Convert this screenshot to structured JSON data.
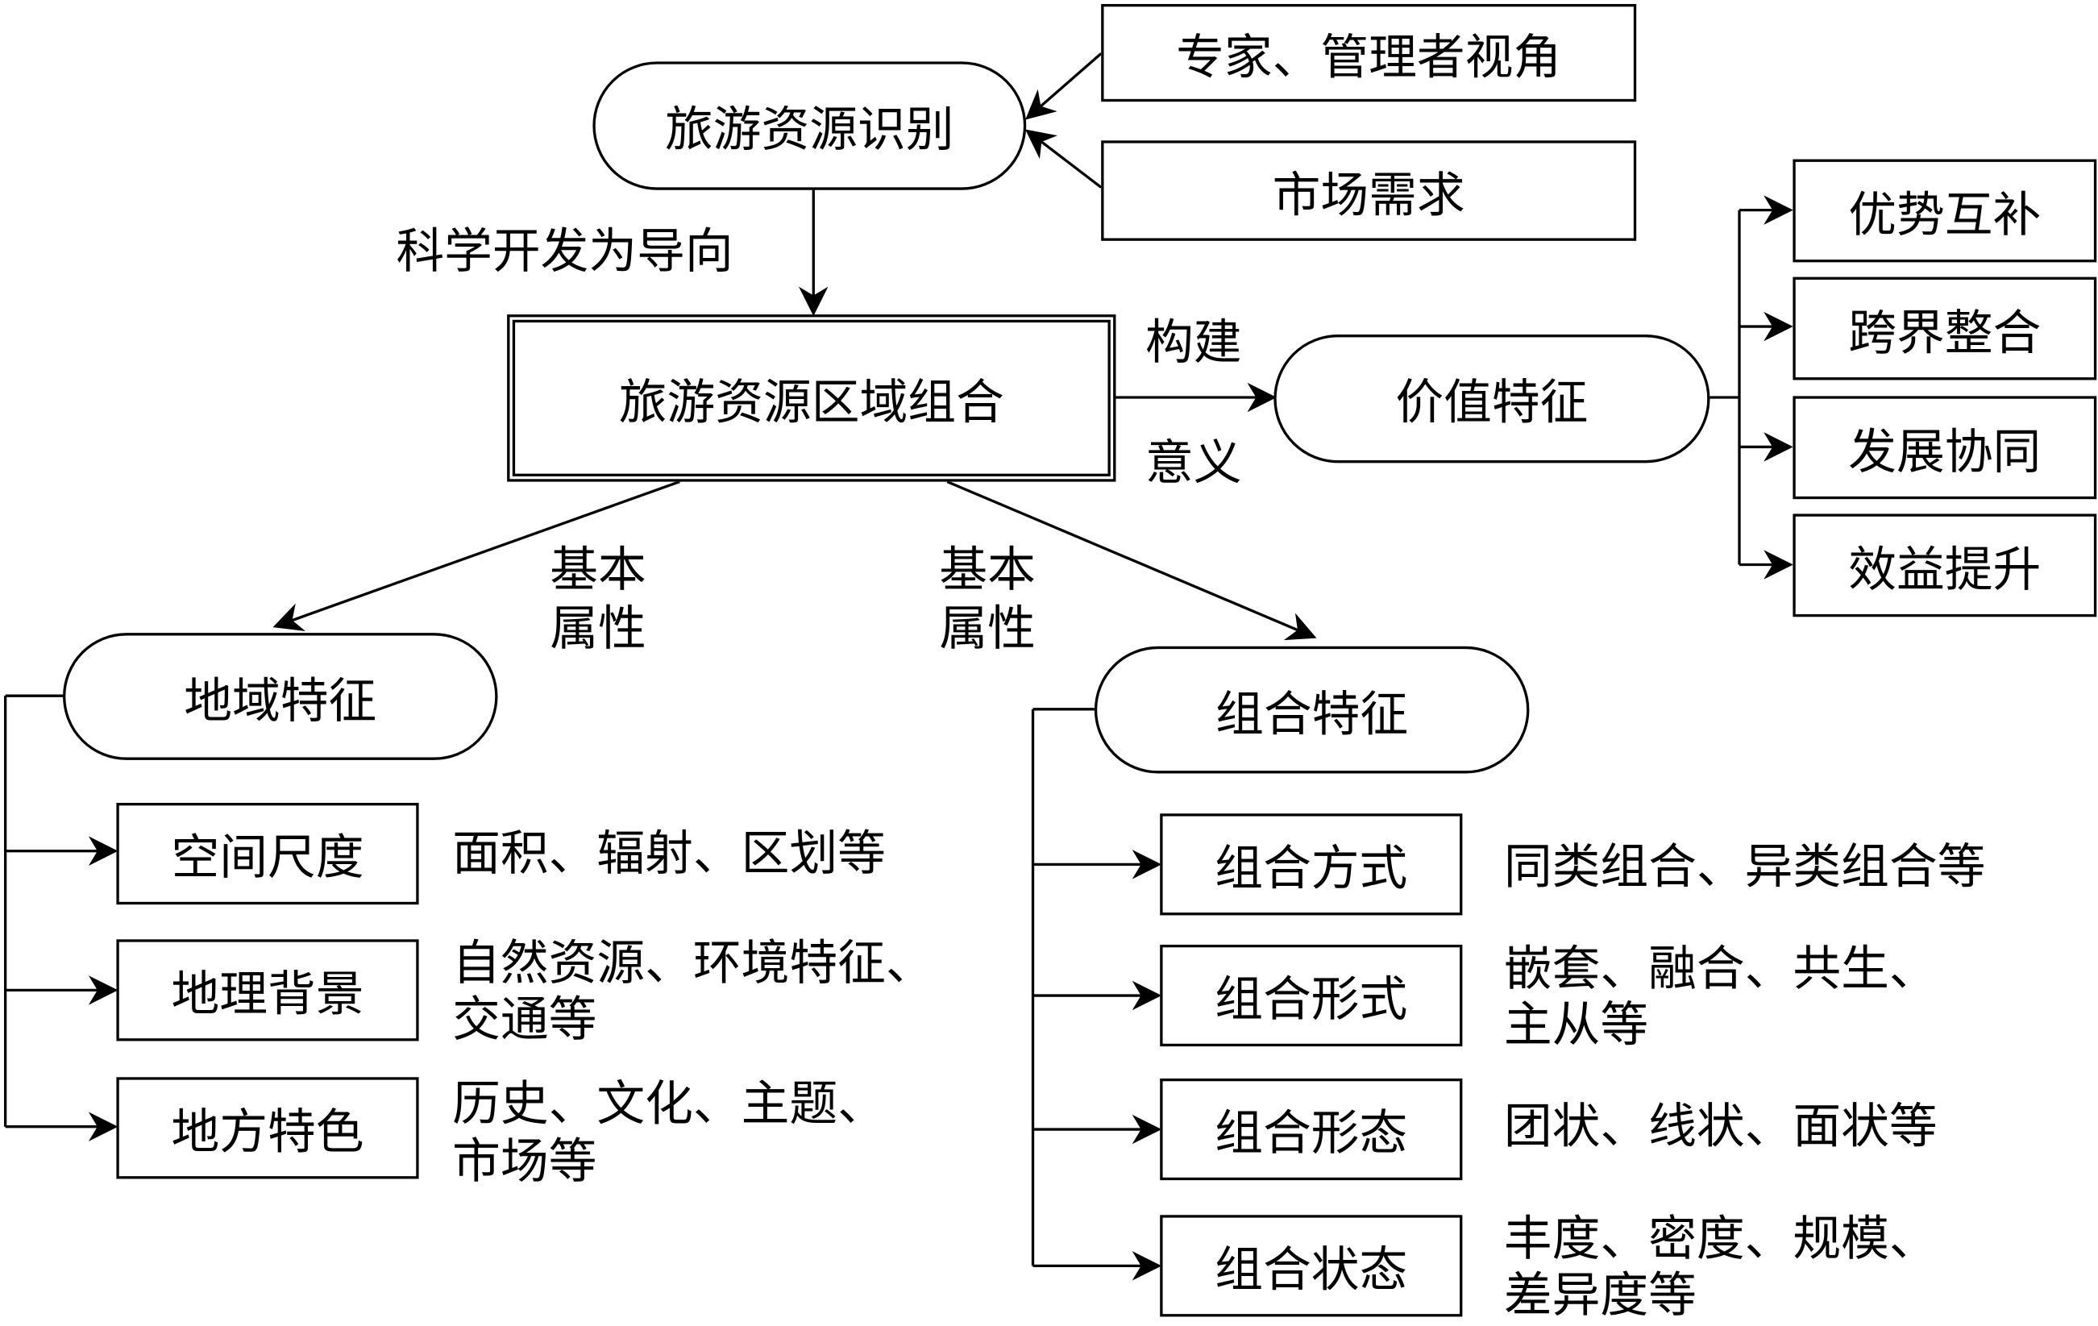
{
  "top": {
    "identify": "旅游资源识别",
    "expert": "专家、管理者视角",
    "market": "市场需求",
    "guide": "科学开发为导向"
  },
  "center": {
    "title": "旅游资源区域组合",
    "build": "构建",
    "meaning": "意义"
  },
  "value": {
    "title": "价值特征",
    "items": [
      "优势互补",
      "跨界整合",
      "发展协同",
      "效益提升"
    ]
  },
  "basic_left": [
    "基本",
    "属性"
  ],
  "basic_right": [
    "基本",
    "属性"
  ],
  "regional": {
    "title": "地域特征",
    "items": [
      {
        "label": "空间尺度",
        "desc": [
          "面积、辐射、区划等"
        ]
      },
      {
        "label": "地理背景",
        "desc": [
          "自然资源、环境特征、",
          "交通等"
        ]
      },
      {
        "label": "地方特色",
        "desc": [
          "历史、文化、主题、",
          "市场等"
        ]
      }
    ]
  },
  "combo": {
    "title": "组合特征",
    "items": [
      {
        "label": "组合方式",
        "desc": [
          "同类组合、异类组合等"
        ]
      },
      {
        "label": "组合形式",
        "desc": [
          "嵌套、融合、共生、",
          "主从等"
        ]
      },
      {
        "label": "组合形态",
        "desc": [
          "团状、线状、面状等"
        ]
      },
      {
        "label": "组合状态",
        "desc": [
          "丰度、密度、规模、",
          "差异度等"
        ]
      }
    ]
  }
}
